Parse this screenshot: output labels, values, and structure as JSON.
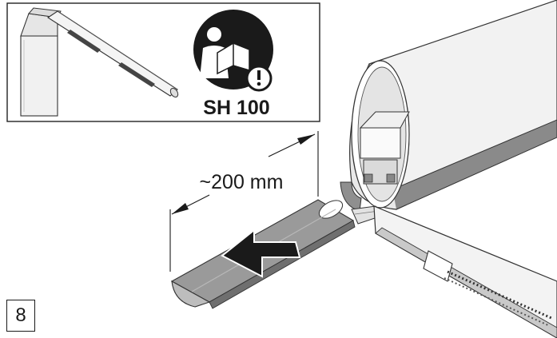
{
  "inset": {
    "manual_code": "SH 100"
  },
  "dimension": {
    "label": "~200 mm"
  },
  "step": {
    "number": "8"
  }
}
